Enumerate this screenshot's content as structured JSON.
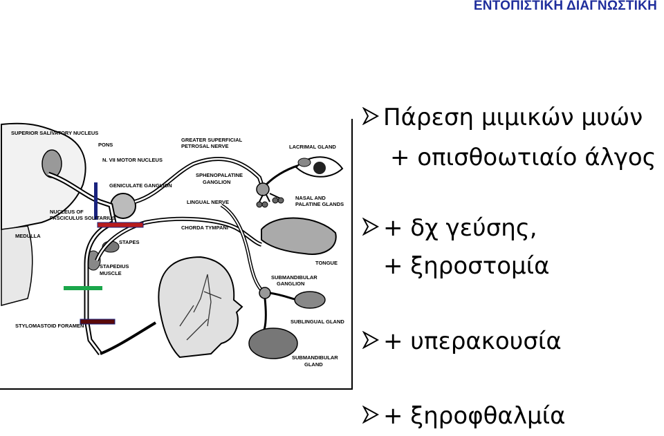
{
  "title": "ΕΝΤΟΠΙΣΤΙΚΗ ΔΙΑΓΝΩΣΤΙΚΗ",
  "bullets": [
    {
      "text": "Πάρεση μιμικών μυών"
    },
    {
      "text": "+ οπισθοωτιαίο άλγος"
    },
    {
      "text": "+ δχ γεύσης,"
    },
    {
      "text": "+ ξηροστομία"
    },
    {
      "text": "+ υπερακουσία"
    },
    {
      "text": "+ ξηροφθαλμία"
    }
  ],
  "diagram_labels": {
    "superior_salivatory_nucleus": "SUPERIOR SALIVATORY NUCLEUS",
    "pons": "PONS",
    "motor_nucleus": "N. VII MOTOR NUCLEUS",
    "geniculate_ganglion": "GENICULATE GANGLION",
    "nucleus_fasciculus": "NUCLEUS OF",
    "nucleus_fasciculus2": "FASCICULUS SOLITARIUS",
    "medulla": "MEDULLA",
    "stapes": "STAPES",
    "stapedius_muscle": "STAPEDIUS",
    "stapedius_muscle2": "MUSCLE",
    "stylomastoid": "STYLOMASTOID FORAMEN",
    "greater_superficial": "GREATER SUPERFICIAL",
    "petrosal": "PETROSAL NERVE",
    "sphenopalatine": "SPHENOPALATINE",
    "sphenopalatine2": "GANGLION",
    "lingual": "LINGUAL NERVE",
    "chorda": "CHORDA TYMPANI",
    "lacrimal": "LACRIMAL GLAND",
    "nasal": "NASAL AND",
    "nasal2": "PALATINE GLANDS",
    "tongue": "TONGUE",
    "submandibular_ganglion": "SUBMANDIBULAR",
    "submandibular_ganglion2": "GANGLION",
    "sublingual": "SUBLINGUAL GLAND",
    "submandibular_gland": "SUBMANDIBULAR",
    "submandibular_gland2": "GLAND"
  },
  "colors": {
    "title": "#1f2e9c",
    "marker_blue": "#1a237e",
    "marker_red": "#b71c1c",
    "marker_green": "#1aa64a",
    "marker_darkred": "#5a0a0a"
  }
}
